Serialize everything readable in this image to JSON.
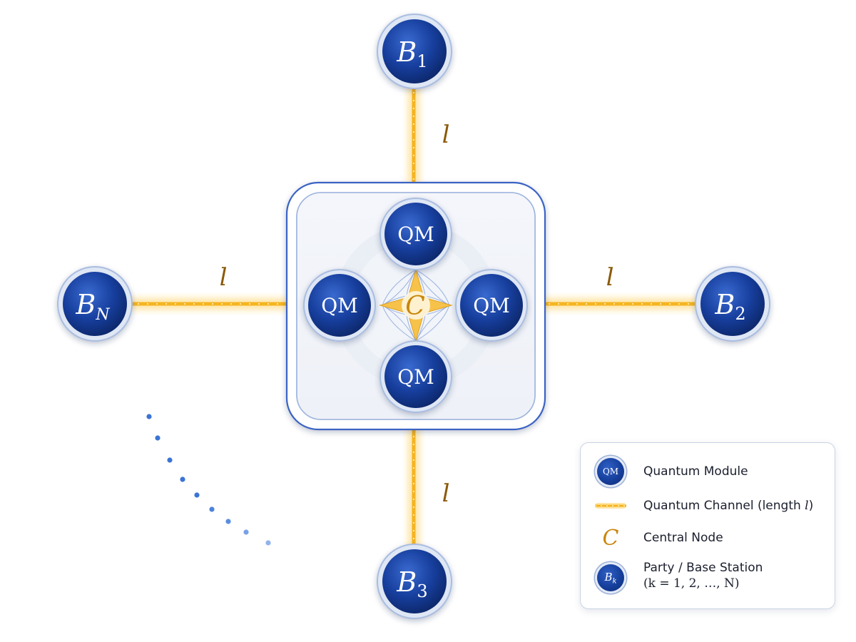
{
  "diagram": {
    "nodes": {
      "top": {
        "main": "B",
        "sub": "1"
      },
      "right": {
        "main": "B",
        "sub": "2"
      },
      "bottom": {
        "main": "B",
        "sub": "3"
      },
      "left": {
        "main": "B",
        "sub": "N"
      }
    },
    "modules": [
      "QM",
      "QM",
      "QM",
      "QM"
    ],
    "central_label": "C",
    "channel_labels": {
      "top": "l",
      "left": "l",
      "right": "l",
      "bottom": "l"
    }
  },
  "legend": {
    "qm_symbol": "QM",
    "qm_label": "Quantum Module",
    "channel_label": "Quantum Channel (length ",
    "channel_var": "l",
    "channel_close": ")",
    "central_symbol": "C",
    "central_label": "Central Node",
    "party_symbol": "B",
    "party_sub": "k",
    "party_label": "Party / Base Station",
    "party_range": "(k = 1, 2, …, N)"
  },
  "colors": {
    "node_blue": "#163f9c",
    "channel_gold": "#f5b420",
    "central_gold": "#c9860c",
    "dots_blue": "#3b74d4",
    "hub_border": "#3a64c4"
  },
  "icons": [
    "quantum-module-icon",
    "quantum-channel-icon",
    "central-node-icon",
    "party-node-icon"
  ]
}
